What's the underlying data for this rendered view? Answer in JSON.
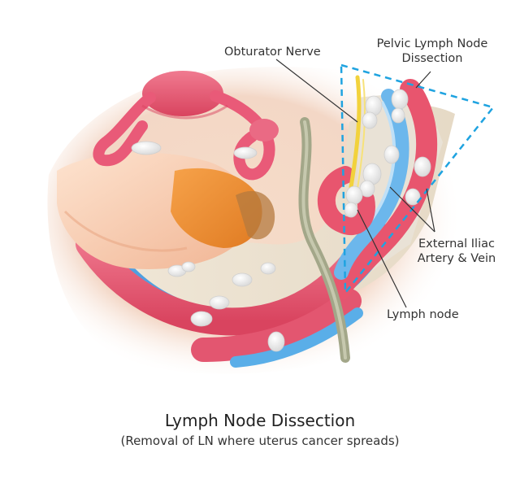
{
  "labels": {
    "obturator_nerve": "Obturator Nerve",
    "pelvic_dissection_line1": "Pelvic Lymph Node",
    "pelvic_dissection_line2": "Dissection",
    "iliac_line1": "External Iliac",
    "iliac_line2": "Artery & Vein",
    "lymph_node": "Lymph node"
  },
  "caption": {
    "title": "Lymph Node Dissection",
    "subtitle": "(Removal of LN where uterus cancer spreads)"
  },
  "colors": {
    "dissection_outline": "#1fa3e0",
    "vessel_pink": "#e8556e",
    "vein_blue": "#5fb1e8",
    "nerve_yellow": "#f2d23c",
    "uterus_pink": "#e95a78",
    "tissue_orange": "#f08b3a",
    "skin": "#f7c7a8",
    "ureter": "#a8ac8e",
    "lymph_node": "#f4f4f4"
  }
}
